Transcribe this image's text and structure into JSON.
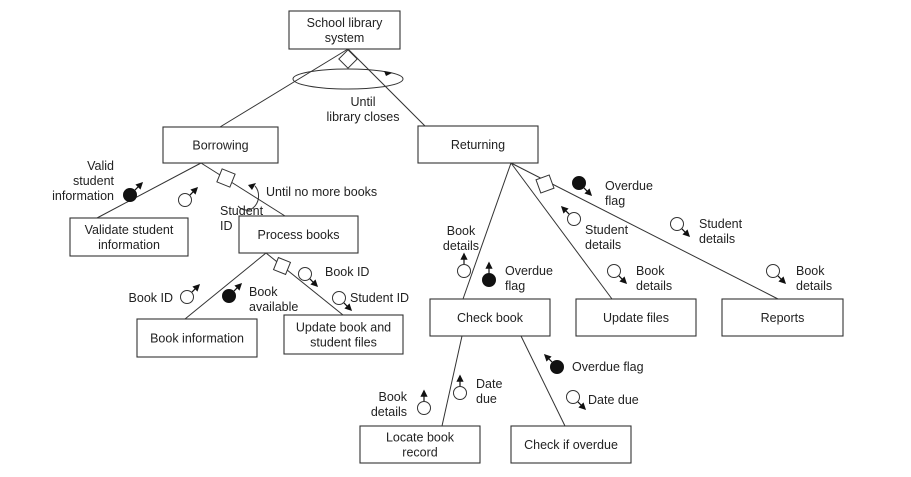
{
  "diagram": {
    "type": "structure-chart",
    "modules": {
      "root": [
        "School library",
        "system"
      ],
      "borrowing": [
        "Borrowing"
      ],
      "returning": [
        "Returning"
      ],
      "validate": [
        "Validate student",
        "information"
      ],
      "process_books": [
        "Process books"
      ],
      "book_information": [
        "Book information"
      ],
      "update_book_student": [
        "Update book and",
        "student files"
      ],
      "check_book": [
        "Check book"
      ],
      "update_files": [
        "Update files"
      ],
      "reports": [
        "Reports"
      ],
      "locate_record": [
        "Locate book",
        "record"
      ],
      "check_overdue": [
        "Check if overdue"
      ]
    },
    "loops": {
      "root_loop": [
        "Until",
        "library closes"
      ],
      "borrow_loop": [
        "Until no more books"
      ]
    },
    "couples": {
      "valid_student_info": [
        "Valid",
        "student",
        "information"
      ],
      "student_id_1": [
        "Student",
        "ID"
      ],
      "book_id_1": [
        "Book ID"
      ],
      "book_available": [
        "Book",
        "available"
      ],
      "book_id_2": [
        "Book ID"
      ],
      "student_id_2": [
        "Student ID"
      ],
      "overdue_flag_1": [
        "Overdue",
        "flag"
      ],
      "student_details_1": [
        "Student",
        "details"
      ],
      "student_details_2": [
        "Student",
        "details"
      ],
      "book_details_1": [
        "Book",
        "details"
      ],
      "overdue_flag_2": [
        "Overdue",
        "flag"
      ],
      "book_details_2": [
        "Book",
        "details"
      ],
      "book_details_3": [
        "Book",
        "details"
      ],
      "book_details_4": [
        "Book",
        "details"
      ],
      "date_due_1": [
        "Date",
        "due"
      ],
      "overdue_flag_3": [
        "Overdue flag"
      ],
      "date_due_2": [
        "Date due"
      ]
    }
  }
}
